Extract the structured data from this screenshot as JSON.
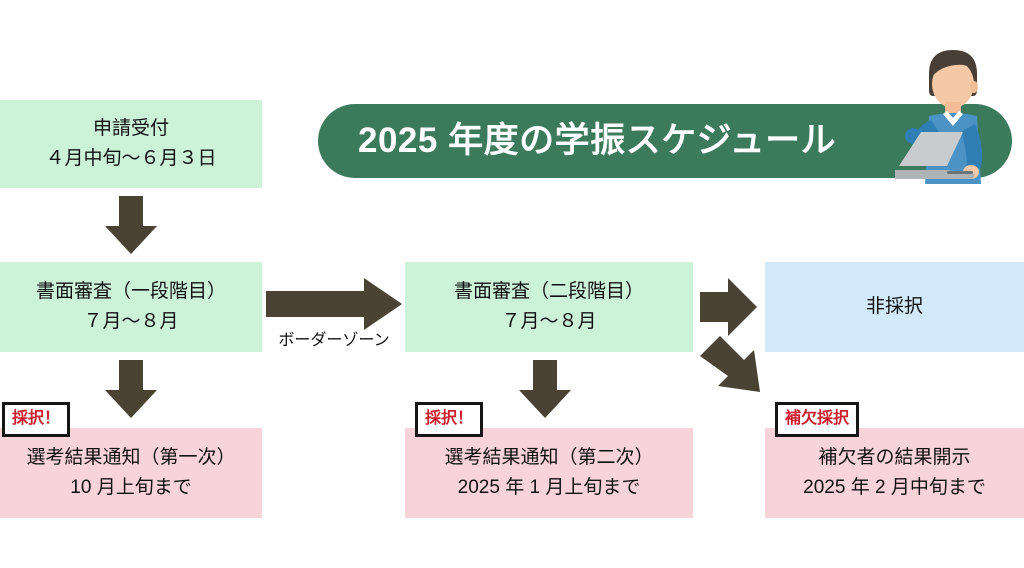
{
  "header": {
    "title": "2025 年度の学振スケジュール",
    "banner_color": "#3c7a5c",
    "title_color": "#ffffff"
  },
  "illustration": {
    "name": "person-with-laptop",
    "hair_color": "#4a3f36",
    "skin_color": "#f5c9a6",
    "sweater_color": "#4a93c4",
    "shirt_color": "#2f7fb5",
    "laptop_color": "#c9ccce"
  },
  "palette": {
    "green_box": "#ccf2d8",
    "blue_box": "#d2e9f9",
    "pink_box": "#f9d3da",
    "arrow": "#4a4334",
    "badge_text": "#cc2030",
    "badge_border": "#161616",
    "text": "#111111"
  },
  "flow": {
    "column_left": {
      "application": {
        "line1": "申請受付",
        "line2": "４月中旬〜６月３日"
      },
      "review_stage1": {
        "line1": "書面審査（一段階目）",
        "line2": "７月〜８月"
      },
      "result_first": {
        "badge": "採択！",
        "line1": "選考結果通知（第一次）",
        "line2": "10 月上旬まで"
      }
    },
    "column_middle": {
      "review_stage2": {
        "line1": "書面審査（二段階目）",
        "line2": "７月〜８月"
      },
      "result_second": {
        "badge": "採択！",
        "line1": "選考結果通知（第二次）",
        "line2": "2025 年 1 月上旬まで"
      }
    },
    "column_right": {
      "rejected": {
        "line1": "非採択",
        "line2": ""
      },
      "waitlist": {
        "badge": "補欠採択",
        "line1": "補欠者の結果開示",
        "line2": "2025 年 2 月中旬まで"
      }
    },
    "connector_label": "ボーダーゾーン"
  }
}
